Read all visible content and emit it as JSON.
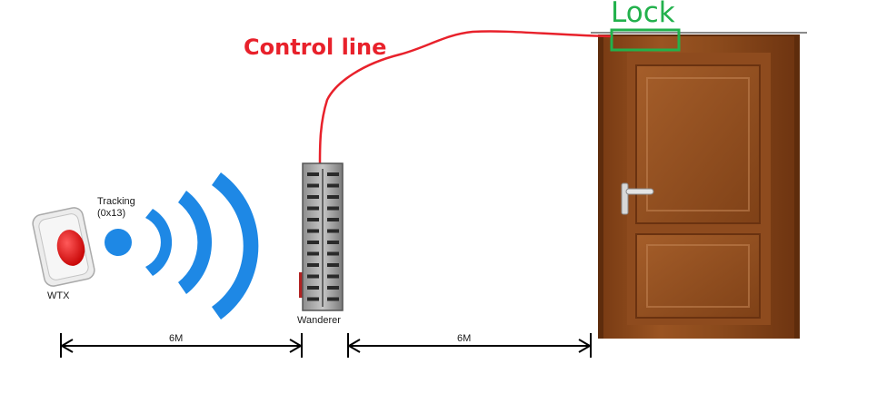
{
  "labels": {
    "lock": "Lock",
    "control_line": "Control line",
    "tracking": "Tracking",
    "tracking_code": "(0x13)",
    "wtx": "WTX",
    "wanderer": "Wanderer",
    "distance_left": "6M",
    "distance_right": "6M"
  },
  "colors": {
    "lock": "#22b14c",
    "control_line": "#e8212b",
    "signal": "#1e88e5",
    "door": "#8a4a1c",
    "door_frame": "#6e3512"
  },
  "icons": {
    "transmitter": "wtx-tag-icon",
    "signal": "wireless-signal-icon",
    "receiver": "wanderer-receiver-icon",
    "door": "door-icon"
  }
}
